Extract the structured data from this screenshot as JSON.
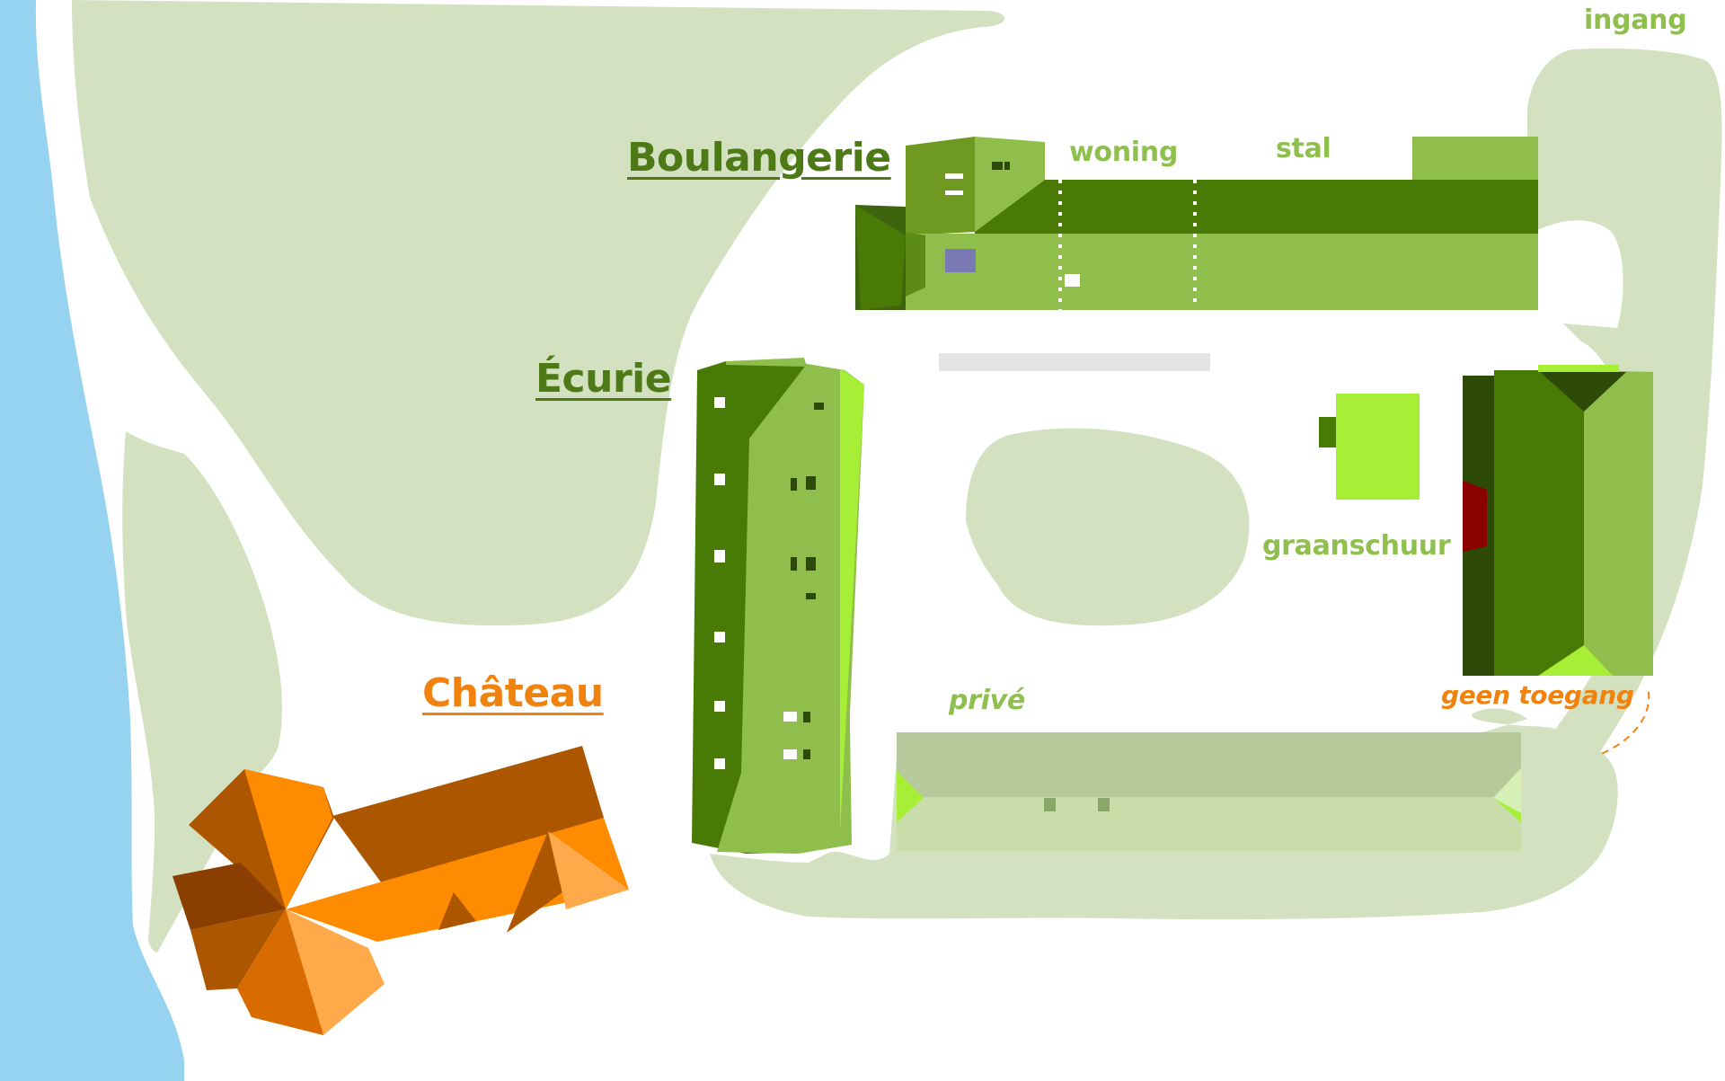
{
  "colors": {
    "water": "#95d3f1",
    "grounds": "#d3e1c0",
    "label_dark_green": "#4d7a17",
    "label_light_green": "#8fbf4d",
    "label_orange": "#f0830f",
    "chateau_orange": "#ff8c00",
    "farm_green": "#4a7a06",
    "farm_light": "#8fbe4c",
    "farm_bright": "#a7ee37",
    "no_access_red": "#8b0000",
    "prive_roof": "#b6c99a"
  },
  "labels": {
    "boulangerie": "Boulangerie",
    "ecurie": "Écurie",
    "chateau": "Château",
    "woning": "woning",
    "stal": "stal",
    "ingang": "ingang",
    "graanschuur": "graanschuur",
    "prive": "privé",
    "geen_toegang": "geen toegang"
  }
}
